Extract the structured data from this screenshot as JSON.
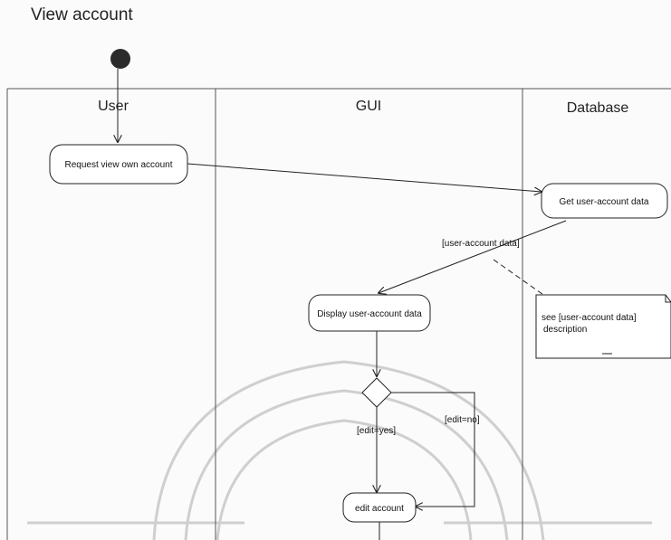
{
  "diagram": {
    "title": "View account",
    "lanes": {
      "user": "User",
      "gui": "GUI",
      "database": "Database"
    },
    "actions": {
      "request": "Request view own account",
      "get_data": "Get user-account data",
      "display": "Display user-account data",
      "edit": "edit account"
    },
    "object_flow_label": "[user-account data]",
    "guards": {
      "yes": "[edit=yes]",
      "no": "[edit=no]"
    },
    "note": {
      "line1": "see [user-account data]",
      "line2": "description"
    }
  }
}
